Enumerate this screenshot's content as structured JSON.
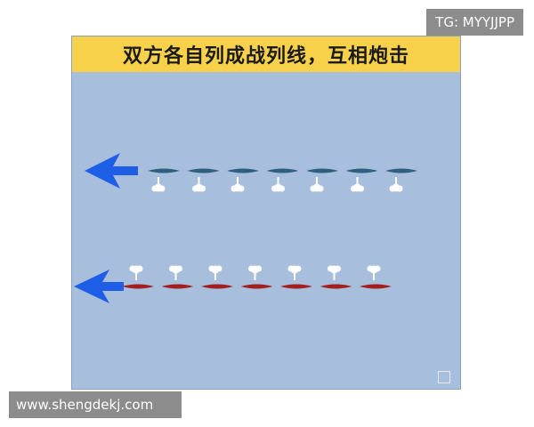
{
  "title": "双方各自列成战列线，互相炮击",
  "tg_label": "TG: MYYJJPP",
  "url_label": "www.shengdekj.com",
  "watermark": "",
  "colors": {
    "background": "#a7bedc",
    "title_bg": "#f7d14a",
    "arrow": "#1e5ee6",
    "blue_ship": "#2f5f7f",
    "red_ship": "#a51e1e",
    "smoke": "#ffffff"
  },
  "fleets": [
    {
      "name": "",
      "ship_count": 7,
      "direction": "left",
      "smoke_side": "below",
      "color_key": "blue_ship"
    },
    {
      "name": "",
      "ship_count": 7,
      "direction": "left",
      "smoke_side": "above",
      "color_key": "red_ship"
    }
  ]
}
